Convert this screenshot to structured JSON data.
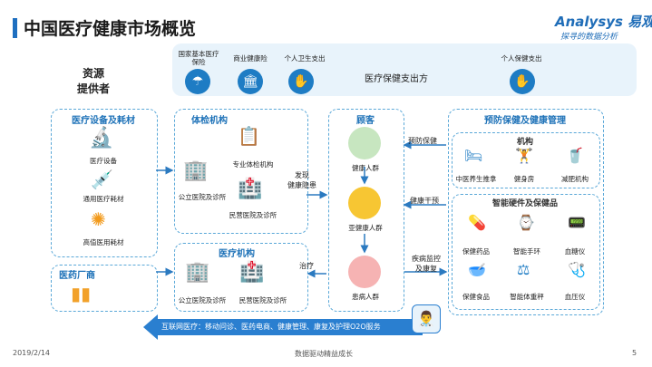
{
  "header": {
    "title": "中国医疗健康市场概览",
    "logo_brand": "Analysys 易观",
    "logo_slogan": "探寻的数据分析"
  },
  "payers": {
    "label": "医疗保健支出方",
    "items": [
      {
        "label": "国家基本医疗保险",
        "icon": "umbrella-icon"
      },
      {
        "label": "商业健康险",
        "icon": "bank-icon"
      },
      {
        "label": "个人卫生支出",
        "icon": "hand-money-icon"
      },
      {
        "label": "个人保健支出",
        "icon": "hand-money-icon"
      }
    ]
  },
  "resource_provider": {
    "label": "资源\n提供者"
  },
  "med_equipment": {
    "title": "医疗设备及耗材",
    "items": [
      "医疗设备",
      "通用医疗耗材",
      "高值医用耗材"
    ]
  },
  "pharma": {
    "title": "医药厂商"
  },
  "checkup": {
    "title": "体检机构",
    "items": [
      "专业体检机构",
      "公立医院及诊所",
      "民营医院及诊所"
    ]
  },
  "medical": {
    "title": "医疗机构",
    "items": [
      "公立医院及诊所",
      "民营医院及诊所"
    ]
  },
  "customers": {
    "title": "顾客",
    "groups": [
      "健康人群",
      "亚健康人群",
      "患病人群"
    ]
  },
  "prevention": {
    "title": "预防保健及健康管理",
    "inst_title": "机构",
    "inst_items": [
      "中医养生推拿",
      "健身房",
      "减肥机构"
    ],
    "smart_title": "智能硬件及保健品",
    "smart_items": [
      "保健药品",
      "智能手环",
      "血糖仪",
      "保健食品",
      "智能体重秤",
      "血压仪"
    ]
  },
  "flows": {
    "discover": "发现\n健康隐患",
    "treatment": "治疗",
    "prevent": "预防保健",
    "intervene": "健康干预",
    "monitor": "疾病监控\n及康复"
  },
  "bottom": {
    "text": "互联网医疗：移动问诊、医药电商、健康管理、康复及护理O2O服务"
  },
  "footer": {
    "date": "2019/2/14",
    "tagline": "数据驱动精益成长",
    "page": "5"
  }
}
